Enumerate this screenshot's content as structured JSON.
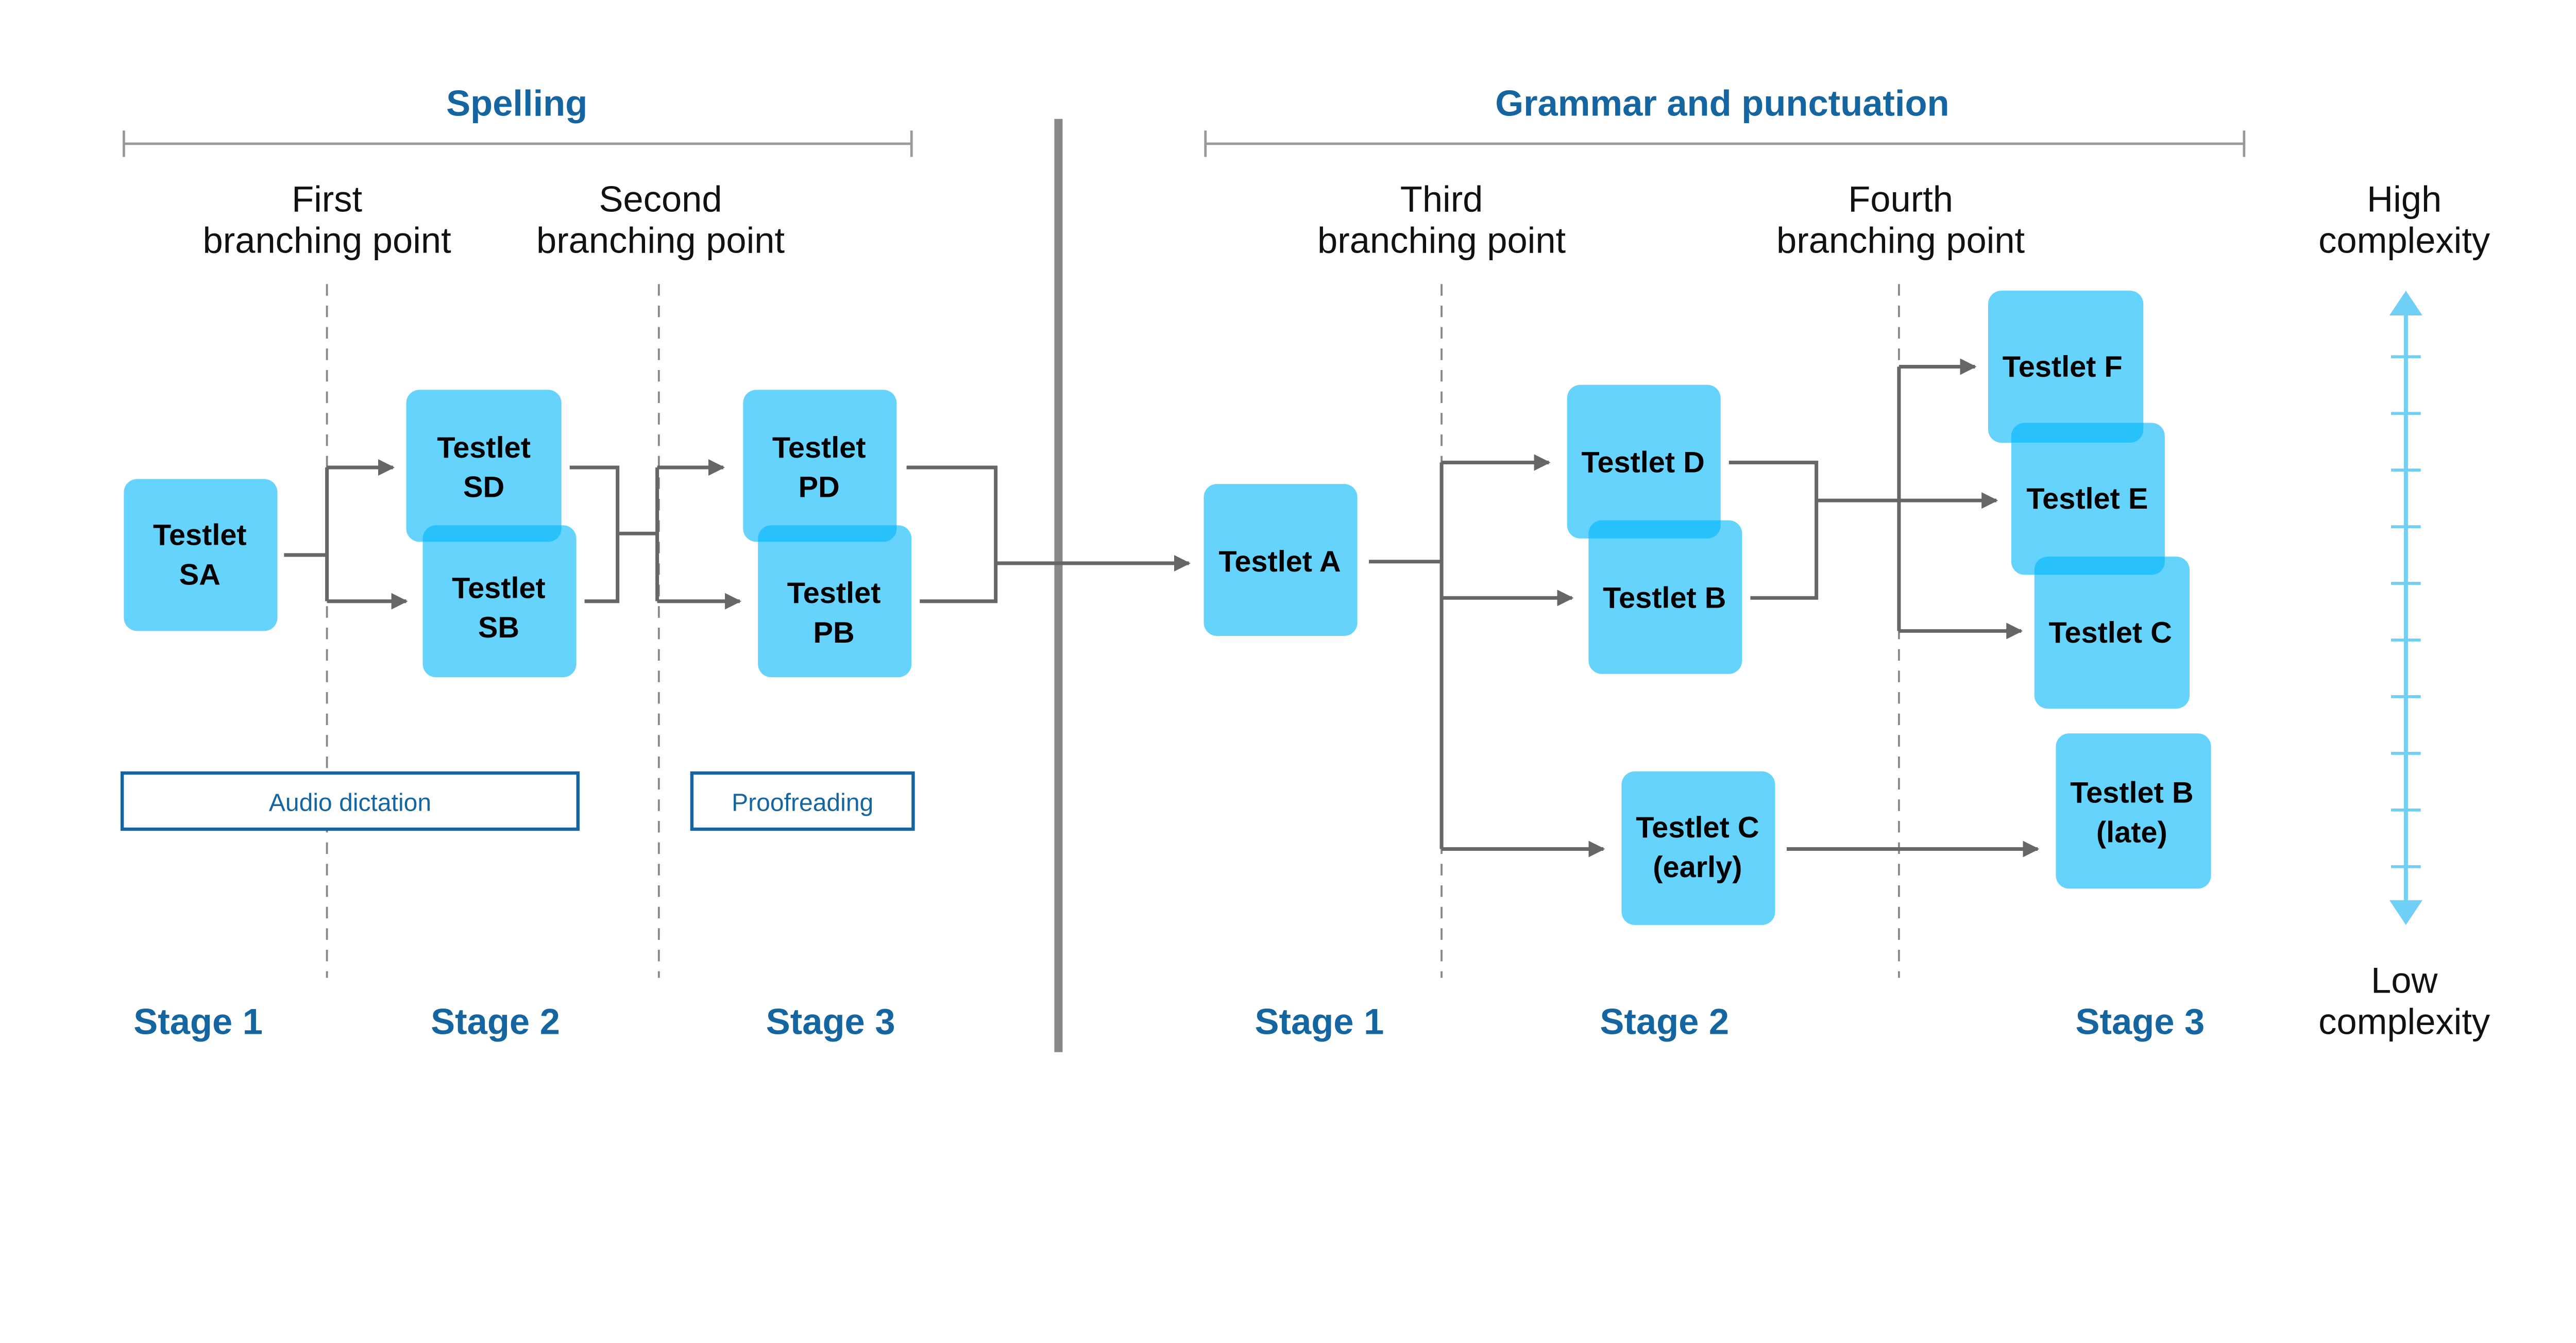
{
  "colors": {
    "box": "#66d5fd",
    "box_overlap": "#2bb5ff",
    "heading": "#1565a0",
    "arrow": "#666666",
    "axis": "#6fcff5"
  },
  "sections": {
    "spelling": "Spelling",
    "grammar": "Grammar and punctuation"
  },
  "branching": {
    "first": [
      "First",
      "branching point"
    ],
    "second": [
      "Second",
      "branching point"
    ],
    "third": [
      "Third",
      "branching point"
    ],
    "fourth": [
      "Fourth",
      "branching point"
    ]
  },
  "complexity": {
    "high": [
      "High",
      "complexity"
    ],
    "low": [
      "Low",
      "complexity"
    ]
  },
  "stages": [
    "Stage 1",
    "Stage 2",
    "Stage 3",
    "Stage 1",
    "Stage 2",
    "Stage 3"
  ],
  "tags": {
    "audio": "Audio dictation",
    "proof": "Proofreading"
  },
  "testlets": {
    "sa": [
      "Testlet",
      "SA"
    ],
    "sd": [
      "Testlet",
      "SD"
    ],
    "sb": [
      "Testlet",
      "SB"
    ],
    "pd": [
      "Testlet",
      "PD"
    ],
    "pb": [
      "Testlet",
      "PB"
    ],
    "a": [
      "Testlet A"
    ],
    "d": [
      "Testlet D"
    ],
    "b": [
      "Testlet B"
    ],
    "c_early": [
      "Testlet C",
      "(early)"
    ],
    "f": [
      "Testlet F"
    ],
    "e": [
      "Testlet E"
    ],
    "c": [
      "Testlet C"
    ],
    "b_late": [
      "Testlet B",
      "(late)"
    ]
  }
}
